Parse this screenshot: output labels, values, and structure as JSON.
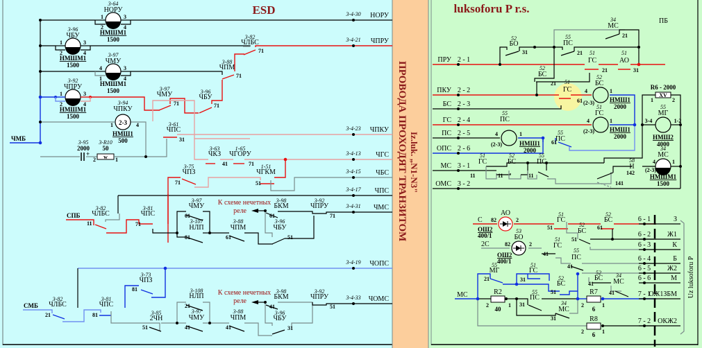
{
  "left_panel": {
    "title": "ESD",
    "relays": [
      {
        "ref": "3-64",
        "name": "НОРУ",
        "type": "НМШМ1",
        "value": "1500",
        "pins": [
          "1",
          "3",
          "2",
          "4"
        ]
      },
      {
        "ref": "3-96",
        "name": "ЧБУ",
        "type": "НМШМ1",
        "value": "1500",
        "pins": [
          "1",
          "3",
          "2",
          "4"
        ]
      },
      {
        "ref": "3-97",
        "name": "ЧМУ",
        "type": "НМШМ1",
        "value": "1500",
        "pins": [
          "4",
          "3",
          "1",
          "4"
        ]
      },
      {
        "ref": "3-92",
        "name": "ЧПРУ",
        "type": "НМШМ1",
        "value": "1500",
        "pins": [
          "1",
          "3",
          "2",
          "4"
        ]
      },
      {
        "ref": "3-94",
        "name": "ЧПКУ",
        "type": "НМШ1",
        "value": "500",
        "inner": "2-3",
        "pins": [
          "1",
          "4"
        ]
      }
    ],
    "capacitor": {
      "ref": "3-95",
      "value": "2000"
    },
    "resistor": {
      "ref": "3-R10",
      "value": "50",
      "pins": [
        "2",
        "1"
      ]
    },
    "inputs": [
      "ЧМБ",
      "СПБ",
      "СМБ"
    ],
    "contacts": [
      {
        "ref": "3-82",
        "name": "ЧЛБС",
        "pin": "71"
      },
      {
        "ref": "3-88",
        "name": "ЧПМ",
        "pin": "71"
      },
      {
        "ref": "3-97",
        "name": "ЧМУ",
        "pin": "71"
      },
      {
        "ref": "3-96",
        "name": "ЧБУ",
        "pin": "71"
      },
      {
        "ref": "3-61",
        "name": "ЧПС",
        "pin": "31"
      },
      {
        "ref": "3-63",
        "name": "ЧКЗ",
        "pin": "41"
      },
      {
        "ref": "1-65",
        "name": "ЧГОРУ",
        "pin": "71"
      },
      {
        "ref": "3-75",
        "name": "ЧПЗ",
        "pin": "71"
      },
      {
        "ref": "1-51",
        "name": "ЧГКМ",
        "pin": "51"
      },
      {
        "ref": "3-82",
        "name": "ЧЛБС",
        "pin": "11"
      },
      {
        "ref": "3-81",
        "name": "ЧПС",
        "pin": "71"
      },
      {
        "ref": "3-97",
        "name": "ЧМУ",
        "pin": "61"
      },
      {
        "ref": "3-107",
        "name": "НЛП",
        "pin": "81"
      },
      {
        "ref": "3-88",
        "name": "ЧПМ",
        "pin": "61"
      },
      {
        "ref": "3-98",
        "name": "БКМ",
        "pin": "61"
      },
      {
        "ref": "3-96",
        "name": "ЧБУ",
        "pin": "51"
      },
      {
        "ref": "3-92",
        "name": "ЧПРУ",
        "pin": "71"
      },
      {
        "ref": "3-82",
        "name": "ЧЛБС",
        "pin": "21"
      },
      {
        "ref": "3-81",
        "name": "ЧПС",
        "pin": "81"
      },
      {
        "ref": "3-73",
        "name": "ЧПЗ",
        "pin": "81"
      },
      {
        "ref": "3-108",
        "name": "НЛП",
        "pin": "21"
      },
      {
        "ref": "3-85",
        "name": "2ЧН",
        "pin": "51"
      },
      {
        "ref": "3-97",
        "name": "ЧМУ",
        "pin": "41"
      },
      {
        "ref": "3-88",
        "name": "ЧПМ",
        "pin": "41"
      },
      {
        "ref": "3-98",
        "name": "БКМ",
        "pin": "41"
      },
      {
        "ref": "3-96",
        "name": "ЧБУ",
        "pin": "31"
      },
      {
        "ref": "3-92",
        "name": "ЧПРУ",
        "pin": "51"
      }
    ],
    "outputs": [
      {
        "terminal": "3-4-30",
        "name": "НОРУ"
      },
      {
        "terminal": "3-4-21",
        "name": "ЧПРУ"
      },
      {
        "terminal": "3-4-23",
        "name": "ЧПКУ"
      },
      {
        "terminal": "3-4-13",
        "name": "ЧГС"
      },
      {
        "terminal": "3-4-15",
        "name": "ЧБС"
      },
      {
        "terminal": "3-4-17",
        "name": "ЧПС"
      },
      {
        "terminal": "3-4-31",
        "name": "ЧМС"
      },
      {
        "terminal": "3-4-19",
        "name": "ЧОПС"
      },
      {
        "terminal": "3-4-33",
        "name": "ЧОМС"
      }
    ],
    "notes": [
      {
        "line1": "К схеме нечетных",
        "line2": "реле"
      },
      {
        "line1": "К схеме нечетных",
        "line2": "реле"
      }
    ]
  },
  "transit_band": {
    "line1": "ПРОВОДА ПРОХОДЯТ ТРАНЗИТОМ",
    "line2": "Iz.luk. „N1-N3\""
  },
  "right_panel": {
    "title": "luksoforu P r.s.",
    "side_label": "Uz luksoforu P",
    "top_inputs": [
      {
        "name": "ПРУ",
        "terminal": "2 - 1"
      },
      {
        "name": "ПКУ",
        "terminal": "2 - 2"
      },
      {
        "name": "БС",
        "terminal": "2 - 3"
      },
      {
        "name": "ГС",
        "terminal": "2 - 4"
      },
      {
        "name": "ПС",
        "terminal": "2 - 5"
      },
      {
        "name": "ОПС",
        "terminal": "2 - 6"
      },
      {
        "name": "МС",
        "terminal": "3 - 1"
      },
      {
        "name": "ОМС",
        "terminal": "3 - 2"
      }
    ],
    "top_output": "ПБ",
    "contacts_top": [
      {
        "ref": "52",
        "name": "БО",
        "pin": "31"
      },
      {
        "ref": "34",
        "name": "МС",
        "pin": "21"
      },
      {
        "ref": "55",
        "name": "ПС",
        "pin": "21"
      },
      {
        "ref": "51",
        "name": "ГС",
        "pin": "21"
      },
      {
        "ref": "51",
        "name": "АО",
        "pin": "31"
      },
      {
        "ref": "52",
        "name": "БС",
        "pin": "21"
      },
      {
        "ref": "51",
        "name": "ГС",
        "pin": "61"
      },
      {
        "ref": "55",
        "name": "ПС",
        "pin": "61"
      },
      {
        "ref": "51",
        "name": "ГС",
        "pin": "11"
      },
      {
        "ref": "52",
        "name": "БС",
        "pin": "11"
      },
      {
        "ref": "55",
        "name": "ПС",
        "pin": "11"
      },
      {
        "ref": "58",
        "name": "Н",
        "pin": "142"
      }
    ],
    "relays": [
      {
        "ref": "52",
        "name": "БС",
        "type": "НМШ1",
        "value": "2000",
        "inner": "(2-3)",
        "pins": [
          "4",
          "1"
        ]
      },
      {
        "ref": "51",
        "name": "ГС",
        "type": "НМШ1",
        "value": "2000",
        "inner": "(2-3)",
        "pins": [
          "4",
          "1"
        ]
      },
      {
        "ref": "55",
        "name": "ПС",
        "type": "НМШ1",
        "value": "2000",
        "inner": "(2-3)",
        "pins": [
          "4",
          "1"
        ]
      },
      {
        "ref": "55",
        "name": "МГ",
        "type": "НМШ2",
        "value": "4000",
        "pins": [
          "3-4",
          "1-2"
        ]
      },
      {
        "ref": "34",
        "name": "МС",
        "type": "НМШМ1",
        "value": "1500",
        "inner": "(2-3)",
        "pins": [
          "4",
          "1"
        ]
      }
    ],
    "resistor_r6": {
      "label": "R6 - 2000",
      "code": "XV",
      "pins": [
        "1",
        "2"
      ]
    },
    "pin_141": "141",
    "lamps": [
      {
        "ref": "",
        "name": "АО",
        "input": "С",
        "type": "ОШ2",
        "value": "400/1",
        "pins": [
          "82",
          "2"
        ]
      },
      {
        "ref": "53",
        "name": "БО",
        "input": "2С",
        "type": "ОШ2",
        "value": "400/1",
        "pins": [
          "82",
          "2"
        ]
      }
    ],
    "contacts_bottom": [
      {
        "ref": "51",
        "name": "ГС",
        "pin": "51"
      },
      {
        "ref": "52",
        "name": "БС",
        "pin": "61"
      },
      {
        "ref": "52",
        "name": "БС",
        "pin": "51"
      },
      {
        "ref": "51",
        "name": "ГС",
        "pin": "41"
      },
      {
        "ref": "55",
        "name": "ПС",
        "pin": "41"
      },
      {
        "ref": "52",
        "name": "БС",
        "pin": "41"
      },
      {
        "ref": "34",
        "name": "МС",
        "pin": "41"
      },
      {
        "ref": "55",
        "name": "МГ",
        "pin": "21"
      },
      {
        "ref": "51",
        "name": "ГС",
        "pin": "31"
      },
      {
        "ref": "52",
        "name": "БС",
        "pin": "51"
      },
      {
        "ref": "55",
        "name": "ПС",
        "pin": "31"
      },
      {
        "ref": "34",
        "name": "МС",
        "pin": "31"
      }
    ],
    "bottom_input": "МС",
    "resistors": [
      {
        "name": "R2",
        "value": "40",
        "pins": [
          "2",
          "1"
        ]
      },
      {
        "name": "R7",
        "value": "6",
        "pins": [
          "2",
          "1"
        ]
      },
      {
        "name": "R8",
        "value": "6",
        "pins": [
          "2",
          "1"
        ]
      }
    ],
    "outputs": [
      {
        "terminal": "6 - 1",
        "name": "З"
      },
      {
        "terminal": "6 - 2",
        "name": "Ж1"
      },
      {
        "terminal": "6 - 3",
        "name": "К"
      },
      {
        "terminal": "6 - 4",
        "name": "Б"
      },
      {
        "terminal": "6 - 5",
        "name": "Ж2"
      },
      {
        "terminal": "6 - 6",
        "name": "М"
      },
      {
        "terminal": "7 - 1",
        "name": "ОЖ1ЗБМ"
      },
      {
        "terminal": "7 - 2",
        "name": "ОКЖ2"
      }
    ]
  },
  "colors": {
    "left_bg": "#ccfcfc",
    "band_bg": "#fcce9c",
    "right_bg": "#ccfccc",
    "title": "#8b1a1a",
    "wire_red": "#e81010",
    "wire_blue": "#1030e0",
    "highlight": "#fcf49c"
  }
}
